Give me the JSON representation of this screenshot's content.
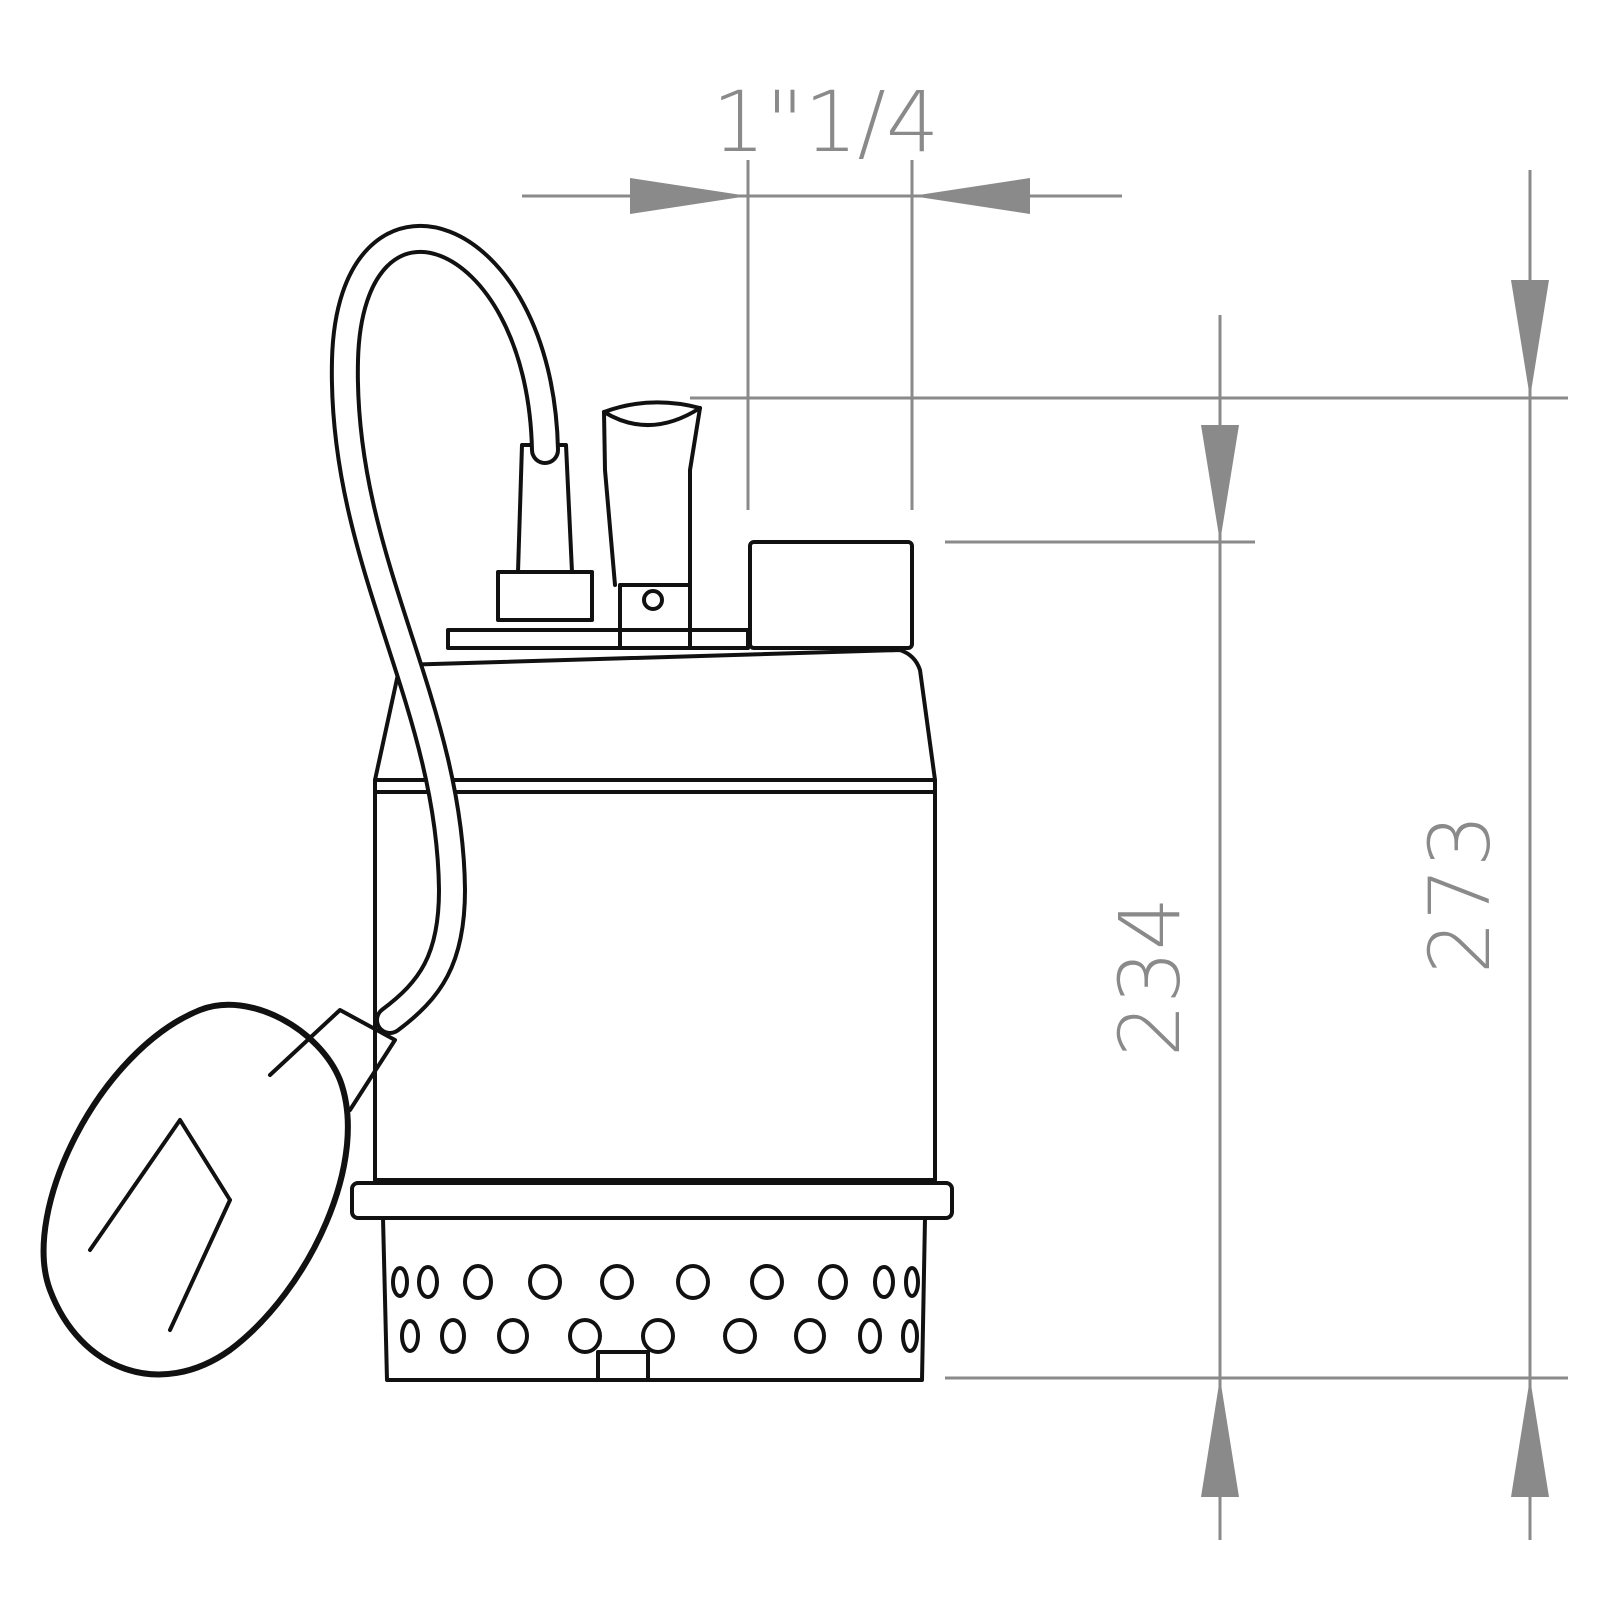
{
  "dimensions": {
    "outlet_diameter": "1\"1/4",
    "body_height": "234",
    "total_height": "273"
  }
}
